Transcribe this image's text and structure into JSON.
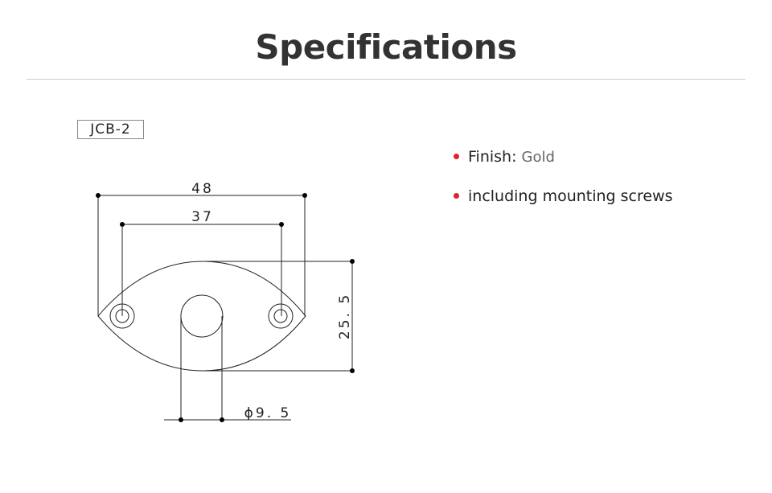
{
  "header": {
    "title": "Specifications"
  },
  "model": {
    "name": "JCB-2"
  },
  "drawing": {
    "dim_outer_width": "48",
    "dim_hole_spacing": "37",
    "dim_height": "25. 5",
    "dim_jack_diameter": "ϕ9. 5"
  },
  "specs": {
    "finish_label": "Finish:",
    "finish_value": "Gold",
    "screws_note": "including mounting screws"
  },
  "colors": {
    "bullet": "#e0202a",
    "line": "#222222"
  }
}
